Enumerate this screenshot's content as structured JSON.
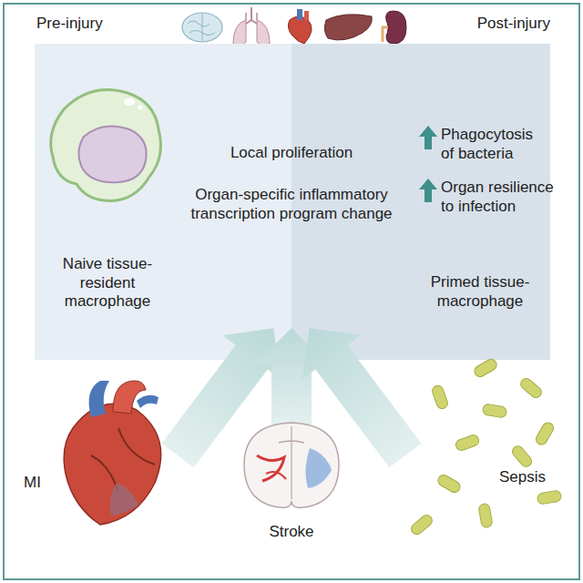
{
  "diagram": {
    "nodes": [
      {
        "text": [
          "Pre-injury",
          "Naive tissue-resident macrophage"
        ]
      },
      {
        "text": [
          "Post-injury",
          "Primed tissue-macrophage"
        ]
      }
    ],
    "labels": [
      "Local proliferation",
      "Organ-specific inflammatory transcription program change",
      "Phagocytosis of bacteria",
      "Organ resilience to infection",
      "MI",
      "Stroke",
      "Sepsis"
    ]
  }
}
